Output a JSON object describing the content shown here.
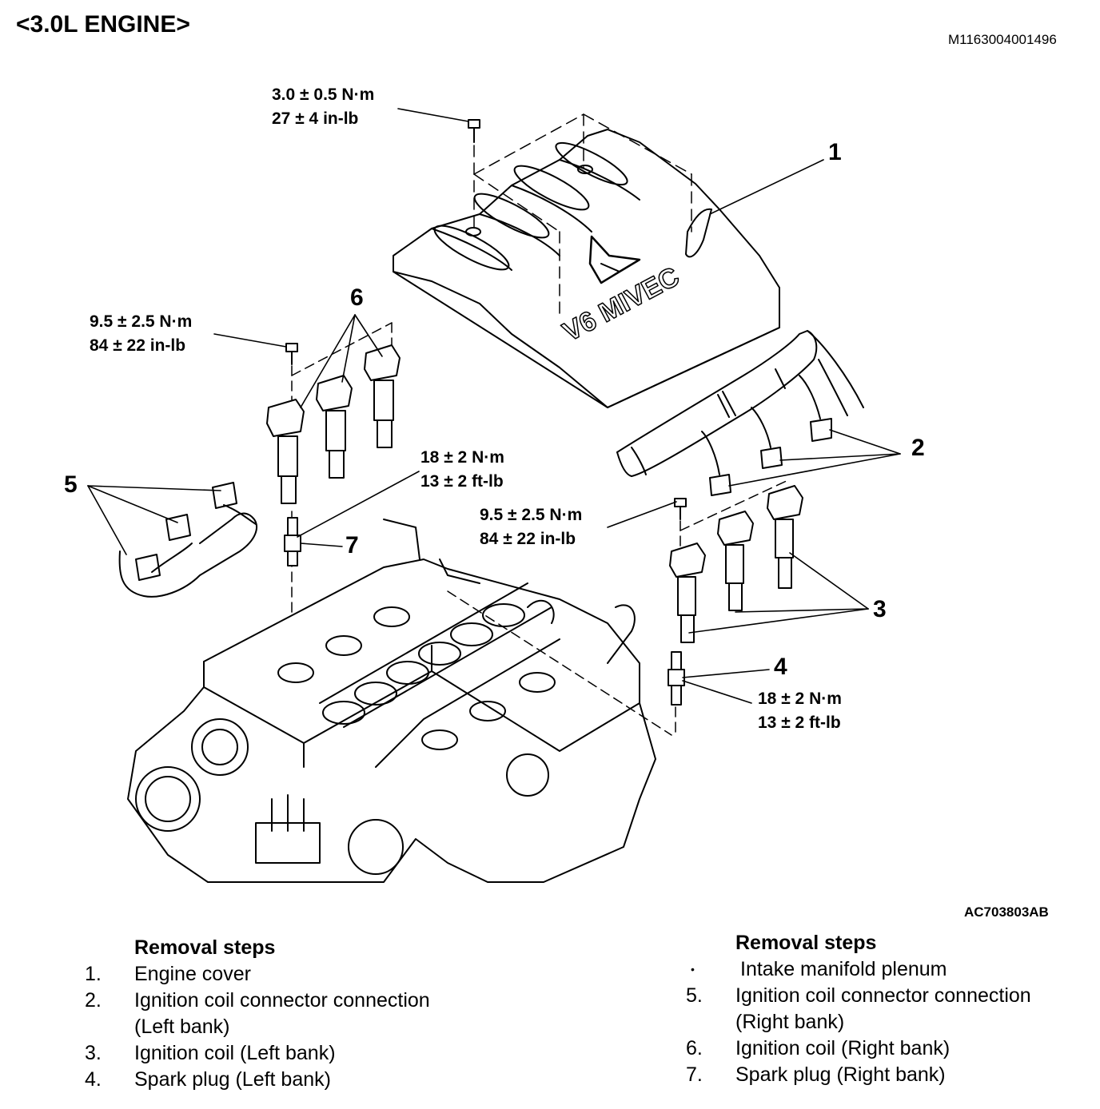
{
  "header": {
    "title": "<3.0L ENGINE>",
    "doc_code": "M1163004001496"
  },
  "figure": {
    "code": "AC703803AB",
    "cover_emblem": "V6 MIVEC",
    "torques": [
      {
        "metric": "3.0 ± 0.5 N·m",
        "imperial": "27 ± 4 in-lb"
      },
      {
        "metric": "9.5 ± 2.5 N·m",
        "imperial": "84 ± 22 in-lb"
      },
      {
        "metric": "18 ± 2 N·m",
        "imperial": "13 ± 2 ft-lb"
      },
      {
        "metric": "9.5 ± 2.5 N·m",
        "imperial": "84 ± 22 in-lb"
      },
      {
        "metric": "18 ± 2 N·m",
        "imperial": "13 ± 2 ft-lb"
      }
    ],
    "callouts": [
      "1",
      "2",
      "3",
      "4",
      "5",
      "6",
      "7"
    ]
  },
  "steps_left": {
    "heading": "Removal steps",
    "items": [
      {
        "num": "1.",
        "lines": [
          "Engine cover"
        ]
      },
      {
        "num": "2.",
        "lines": [
          "Ignition coil connector connection",
          "(Left bank)"
        ]
      },
      {
        "num": "3.",
        "lines": [
          "Ignition coil (Left bank)"
        ]
      },
      {
        "num": "4.",
        "lines": [
          "Spark plug (Left bank)"
        ]
      }
    ]
  },
  "steps_right": {
    "heading": "Removal steps",
    "items": [
      {
        "num": "•",
        "lines": [
          "Intake manifold plenum"
        ]
      },
      {
        "num": "5.",
        "lines": [
          "Ignition coil connector connection",
          "(Right bank)"
        ]
      },
      {
        "num": "6.",
        "lines": [
          "Ignition coil (Right bank)"
        ]
      },
      {
        "num": "7.",
        "lines": [
          "Spark plug (Right bank)"
        ]
      }
    ]
  }
}
